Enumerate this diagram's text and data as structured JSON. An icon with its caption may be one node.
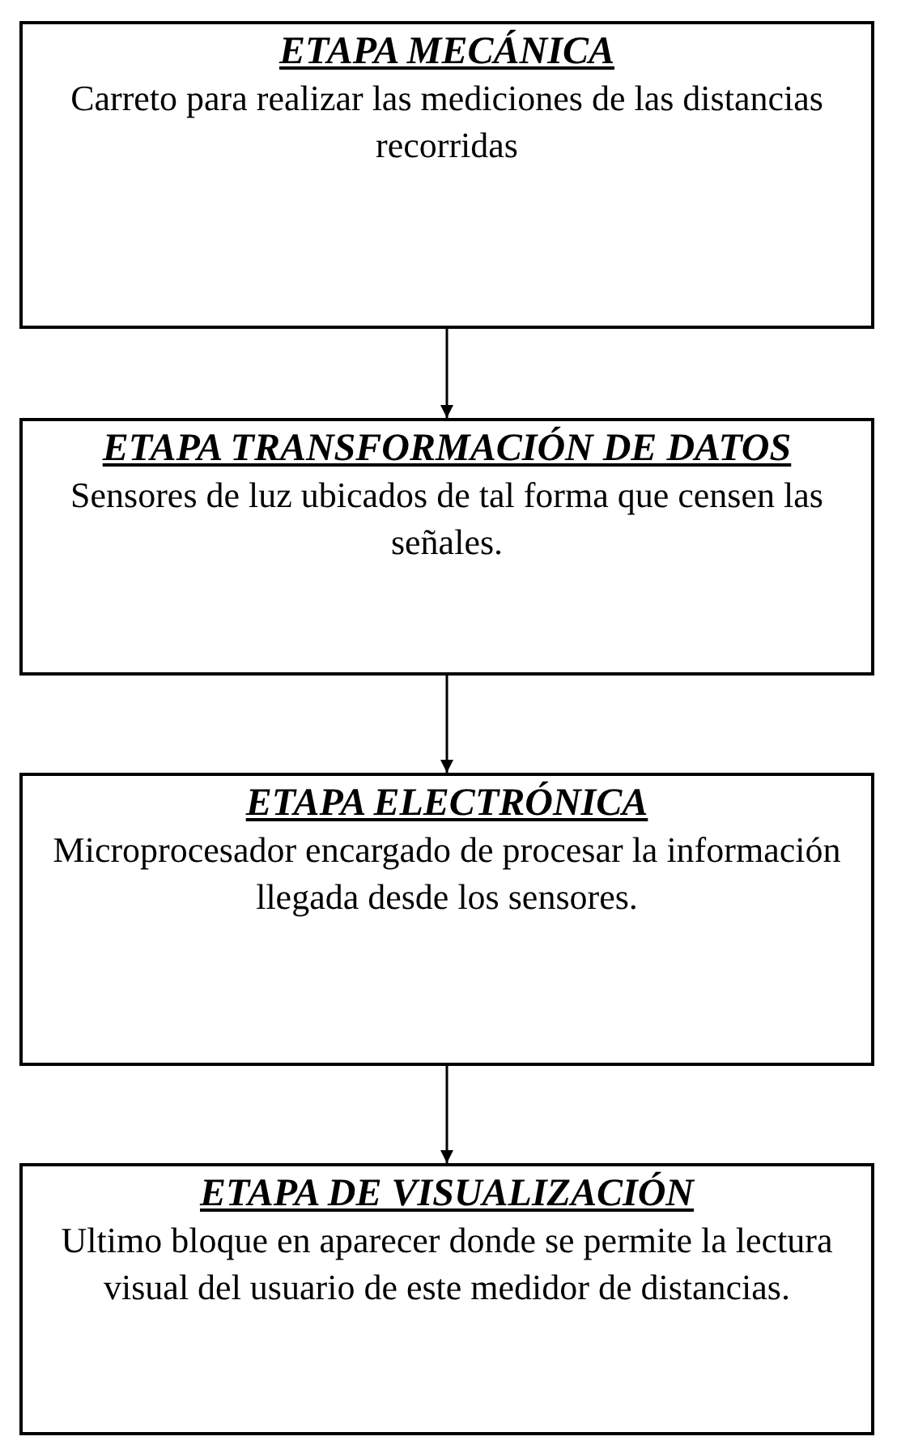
{
  "diagram": {
    "nodes": [
      {
        "text": [
          "ETAPA MECÁNICA",
          "Carreto para realizar las mediciones de las distancias recorridas"
        ]
      },
      {
        "text": [
          "ETAPA TRANSFORMACIÓN DE DATOS",
          "Sensores de luz ubicados de tal forma que censen las señales."
        ]
      },
      {
        "text": [
          "ETAPA ELECTRÓNICA",
          "Microprocesador encargado de procesar la información llegada desde los sensores."
        ]
      },
      {
        "text": [
          "ETAPA DE VISUALIZACIÓN",
          "Ultimo bloque en aparecer donde se permite la lectura visual del usuario de este medidor de distancias."
        ]
      }
    ],
    "edges": [
      {
        "from": 0,
        "to": 1,
        "arrow": "to"
      },
      {
        "from": 1,
        "to": 2,
        "arrow": "to"
      },
      {
        "from": 2,
        "to": 3,
        "arrow": "to"
      }
    ]
  }
}
